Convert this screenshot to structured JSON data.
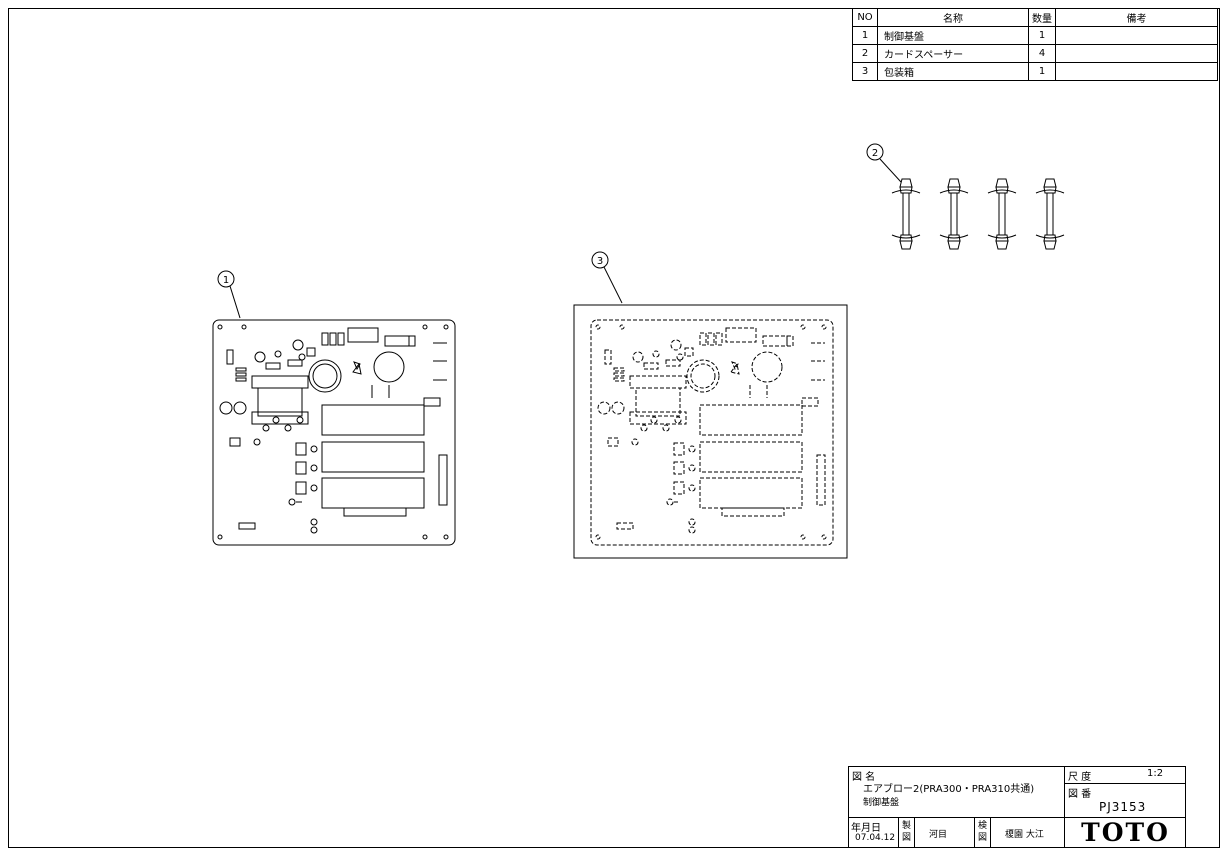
{
  "parts_table": {
    "headers": {
      "no": "NO",
      "name": "名称",
      "qty": "数量",
      "remarks": "備考"
    },
    "rows": [
      {
        "no": "1",
        "name": "制御基盤",
        "qty": "1",
        "remarks": ""
      },
      {
        "no": "2",
        "name": "カードスペーサー",
        "qty": "4",
        "remarks": ""
      },
      {
        "no": "3",
        "name": "包装箱",
        "qty": "1",
        "remarks": ""
      }
    ]
  },
  "callouts": {
    "c1": "1",
    "c2": "2",
    "c3": "3"
  },
  "title_block": {
    "drawing_name_label": "図 名",
    "drawing_name_line1": "エアブロー2(PRA300・PRA310共通)",
    "drawing_name_line2": "制御基盤",
    "scale_label": "尺 度",
    "scale_value": "1:2",
    "drawing_no_label": "図 番",
    "drawing_no": "PJ3153",
    "date_label": "年月日",
    "date_value": "07.04.12",
    "drafted_label": "製図",
    "drafted_by": "河目",
    "checked_label": "検図",
    "checked_by": "榎園 大江",
    "brand": "TOTO"
  }
}
